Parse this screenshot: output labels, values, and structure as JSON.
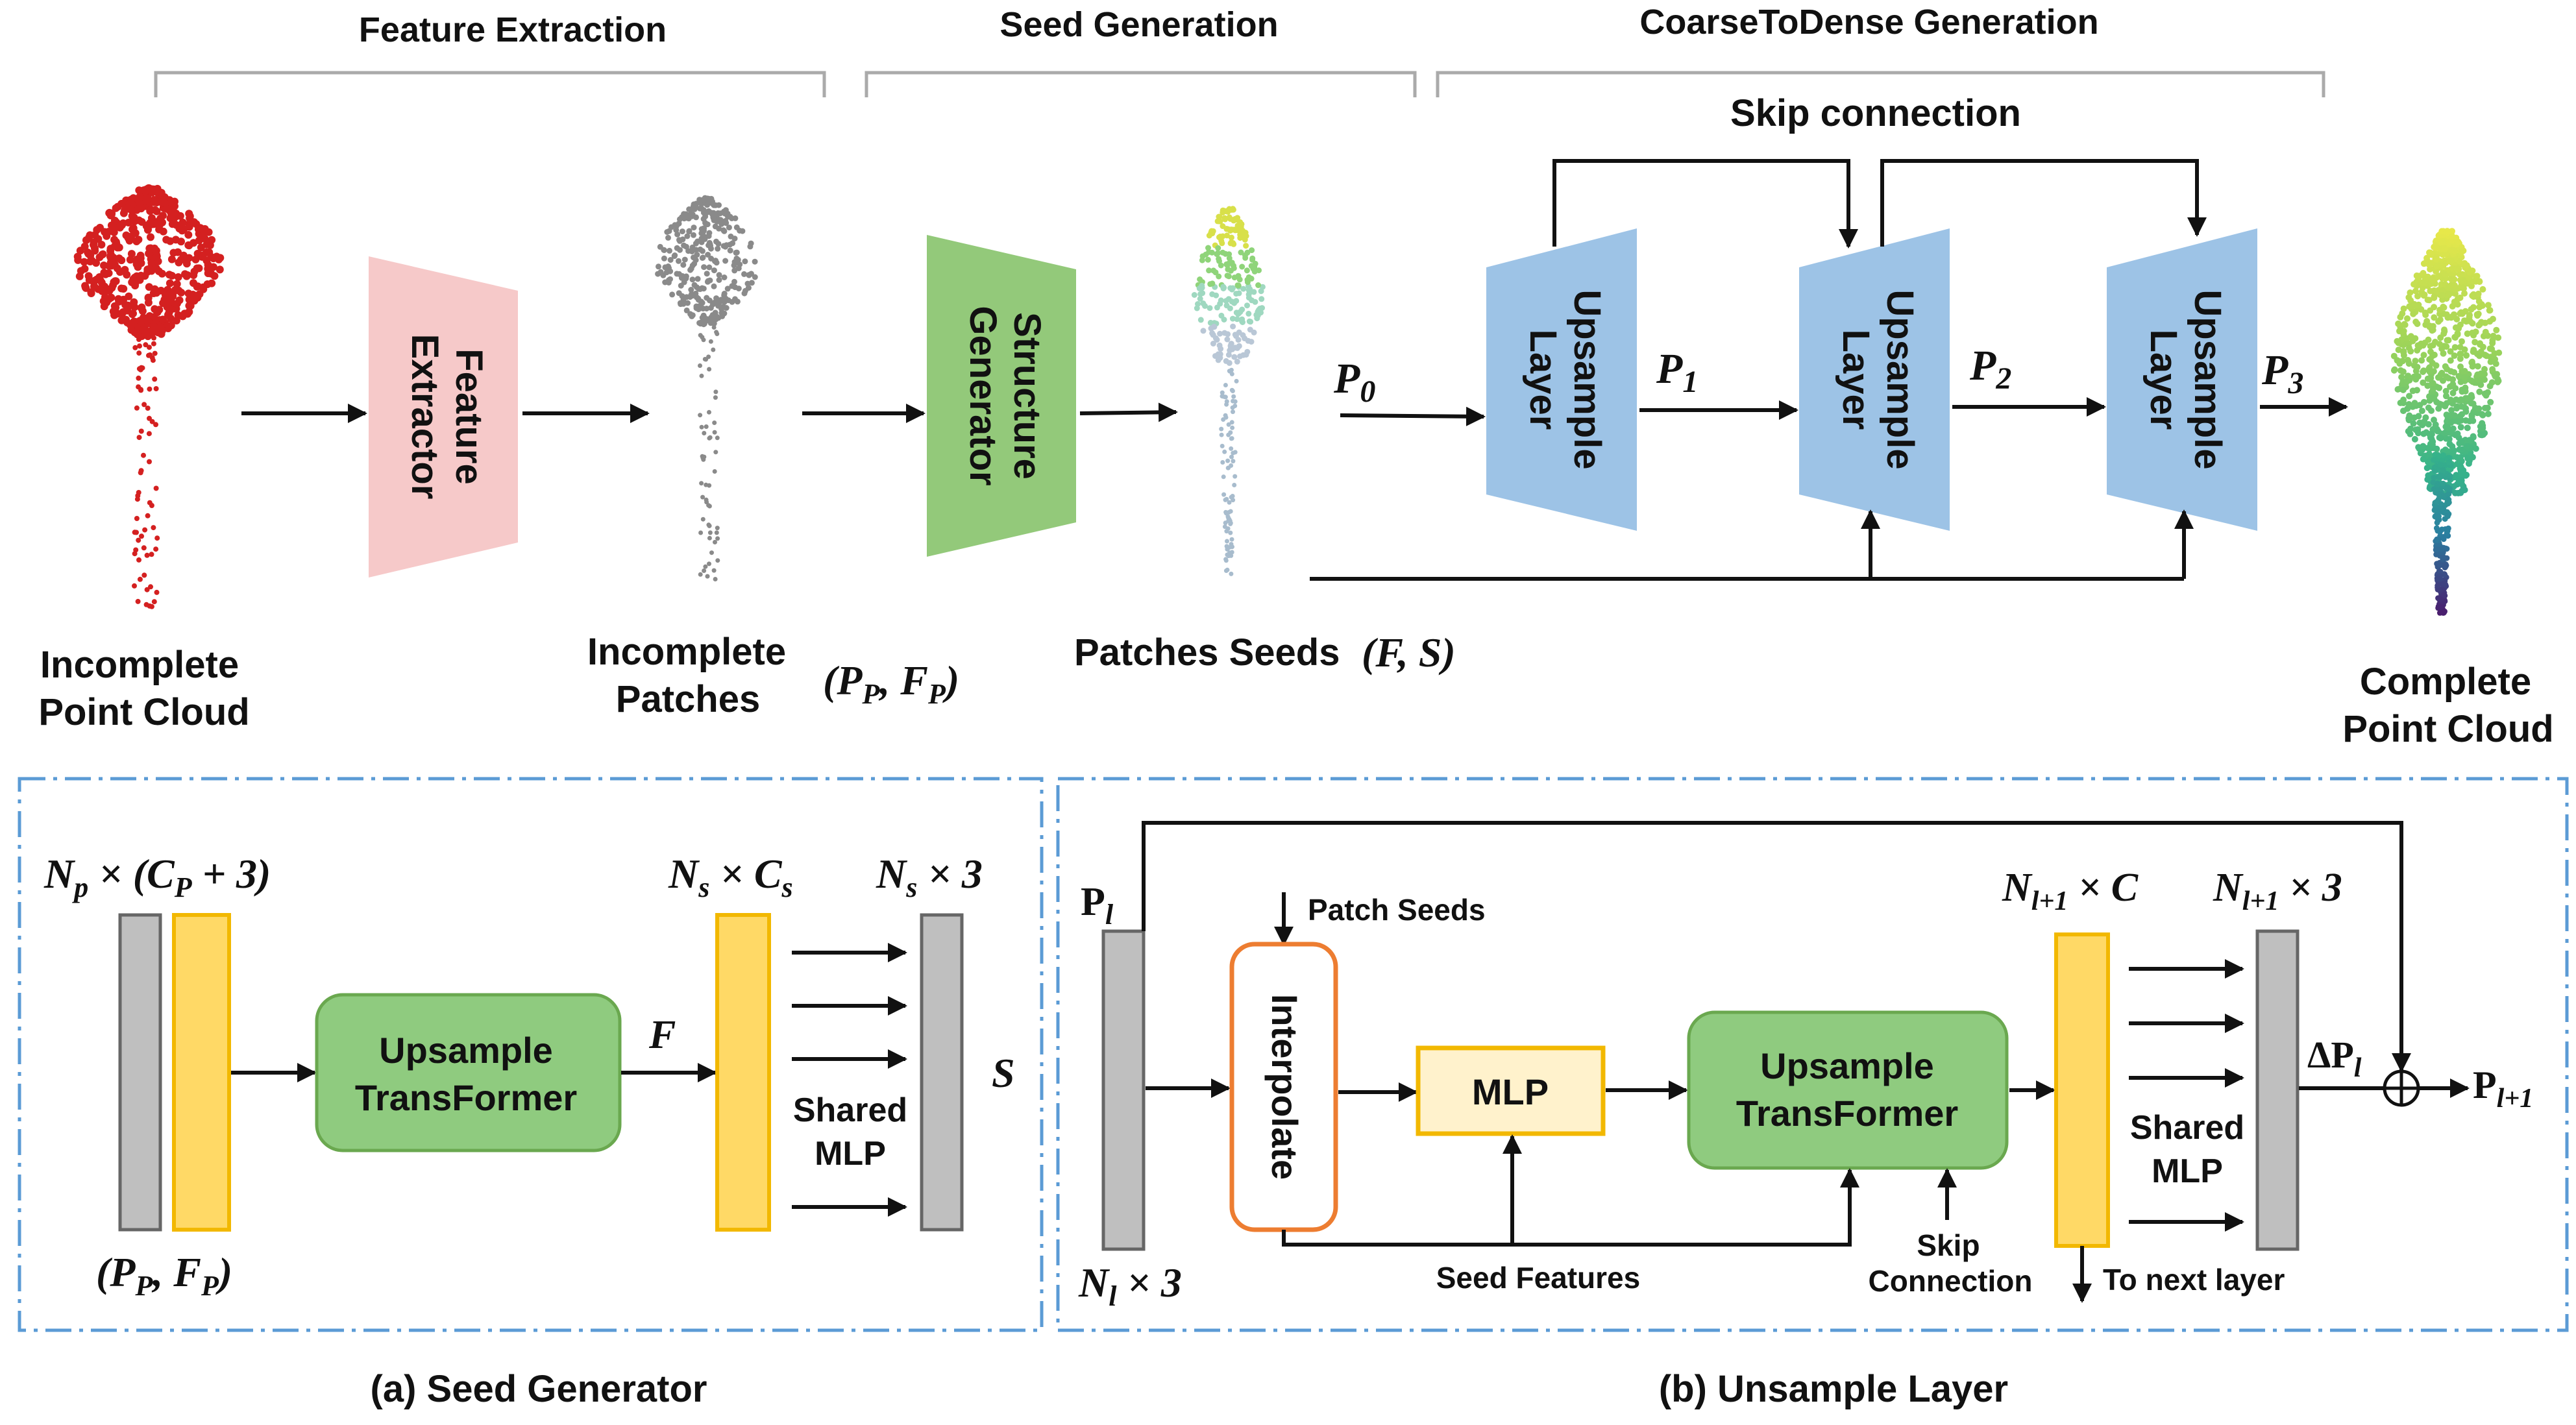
{
  "colors": {
    "feature_extractor": "#f6c9c9",
    "structure_generator": "#93c97a",
    "upsample_layer": "#9dc3e6",
    "yellow_bar": "#ffd966",
    "yellow_border": "#f2b800",
    "gray_bar": "#bfbfbf",
    "transformer_box": "#8fcb7f",
    "mlp_box": "#fff2cc",
    "interpolate_border": "#ed7d31",
    "dashed_border": "#5b9bd5",
    "point_cloud_incomplete": "#d42020",
    "point_cloud_patches": "#8a8a8a"
  },
  "stages": {
    "feature_extraction": "Feature Extraction",
    "seed_generation": "Seed Generation",
    "coarse_to_dense": "CoarseToDense  Generation"
  },
  "skip_connection": "Skip connection",
  "top": {
    "feature_extractor": [
      "Feature",
      "Extractor"
    ],
    "structure_generator": [
      "Structure",
      "Generator"
    ],
    "upsample_layer": [
      "Upsample",
      "Layer"
    ],
    "p0": "P",
    "p0_sub": "0",
    "p1": "P",
    "p1_sub": "1",
    "p2": "P",
    "p2_sub": "2",
    "p3": "P",
    "p3_sub": "3",
    "incomplete_point_cloud": [
      "Incomplete",
      "Point Cloud"
    ],
    "incomplete_patches": [
      "Incomplete",
      "Patches"
    ],
    "patches_tuple": "(P",
    "patches_tuple_sub1": "P",
    "patches_tuple_mid": ", F",
    "patches_tuple_sub2": "P",
    "patches_tuple_end": ")",
    "patches_seeds": "Patches Seeds",
    "seeds_tuple": "(F, S)",
    "complete_point_cloud": [
      "Complete",
      "Point Cloud"
    ]
  },
  "seed_gen": {
    "input_dim_a": "N",
    "input_dim_a_sub": "p",
    "input_dim_b": " × (C",
    "input_dim_b_sub": "P",
    "input_dim_c": " + 3)",
    "transformer": [
      "Upsample",
      "TransFormer"
    ],
    "f_label": "F",
    "ns_cs": "N",
    "ns_cs_sub": "s",
    "ns_cs_mid": " × C",
    "ns_cs_sub2": "s",
    "ns3": "N",
    "ns3_sub": "s",
    "ns3_end": " × 3",
    "shared_mlp": [
      "Shared",
      "MLP"
    ],
    "s_label": "S",
    "bottom_tuple": "(P",
    "bottom_tuple_sub1": "P",
    "bottom_tuple_mid": ", F",
    "bottom_tuple_sub2": "P",
    "bottom_tuple_end": ")",
    "caption": "(a) Seed Generator"
  },
  "upsample": {
    "pl": "P",
    "pl_sub": "l",
    "nl3": "N",
    "nl3_sub": "l",
    "nl3_end": " × 3",
    "patch_seeds": "Patch Seeds",
    "interpolate": "Interpolate",
    "mlp": "MLP",
    "transformer": [
      "Upsample",
      "TransFormer"
    ],
    "seed_features": "Seed Features",
    "skip_connection": [
      "Skip",
      "Connection"
    ],
    "nl1c": "N",
    "nl1c_sub": "l+1",
    "nl1c_end": " × C",
    "nl13": "N",
    "nl13_sub": "l+1",
    "nl13_end": " × 3",
    "shared_mlp": [
      "Shared",
      "MLP"
    ],
    "to_next_layer": "To next layer",
    "delta_pl": "ΔP",
    "delta_pl_sub": "l",
    "pl1": "P",
    "pl1_sub": "l+1",
    "caption": "(b) Unsample Layer"
  }
}
